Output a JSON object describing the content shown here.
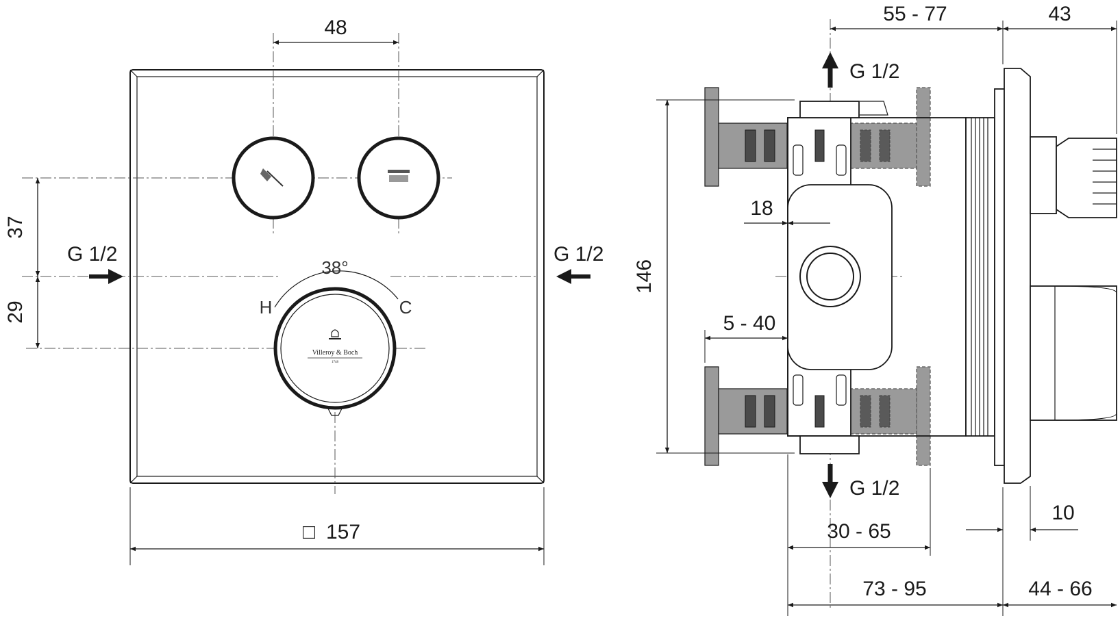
{
  "front_view": {
    "dim_button_spacing": "48",
    "dim_upper_offset": "37",
    "dim_lower_offset": "29",
    "dim_width": "157",
    "width_symbol": "□",
    "inlet_left": "G 1/2",
    "inlet_right": "G 1/2",
    "rotation_angle": "38°",
    "hot_label": "H",
    "cold_label": "C",
    "brand_logo_text": "Villeroy & Boch",
    "brand_logo_year": "1748"
  },
  "side_view": {
    "outlet_top": "G 1/2",
    "outlet_bottom": "G 1/2",
    "dim_top_range": "55 - 77",
    "dim_top_right": "43",
    "dim_height": "146",
    "dim_18": "18",
    "dim_pipe_range": "5 - 40",
    "dim_body_range": "30 - 65",
    "dim_total_range": "73 - 95",
    "dim_10": "10",
    "dim_trim_range": "44 - 66"
  }
}
